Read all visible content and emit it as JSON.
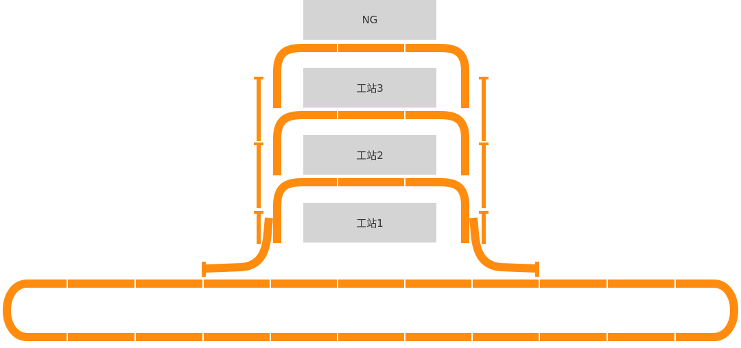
{
  "stations": {
    "ng": "NG",
    "station3": "工站3",
    "station2": "工站2",
    "station1": "工站1"
  },
  "colors": {
    "track": "#ff8c0e",
    "station_box": "#d4d4d4",
    "label": "#333333"
  }
}
